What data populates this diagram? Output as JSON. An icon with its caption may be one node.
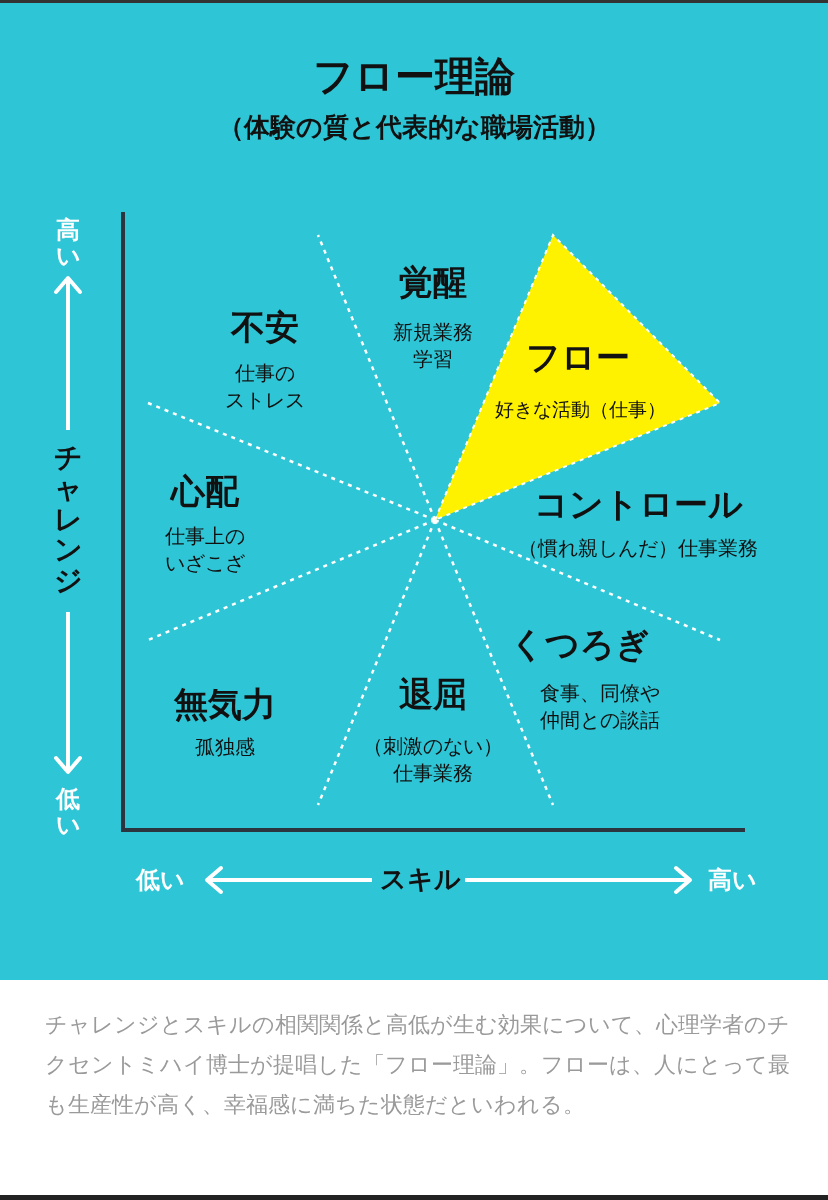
{
  "diagram": {
    "title": "フロー理論",
    "caption": "チャレンジとスキルの相関関係と高低が生む効果について、心理学者のチクセントミハイ博士が提唱した「フロー理論」。フローは、人にとって最も生産性が高く、幸福感に満ちた状態だといわれる。",
    "nodes": [
      {
        "text": [
          "フロー",
          "好きな活動（仕事）"
        ]
      }
    ],
    "labels": [
      "（体験の質と代表的な職場活動）",
      "高い",
      "覚醒",
      "新規業務学習",
      "不安",
      "仕事のストレス",
      "チャレンジ",
      "コントロール",
      "（慣れ親しんだ）仕事業務",
      "心配",
      "仕事上のいざこざ",
      "くつろぎ",
      "食事、同僚や仲間との談話",
      "無気力",
      "孤独感",
      "退屈",
      "（刺激のない）仕事業務",
      "低い",
      "低い",
      "スキル",
      "高い"
    ]
  }
}
